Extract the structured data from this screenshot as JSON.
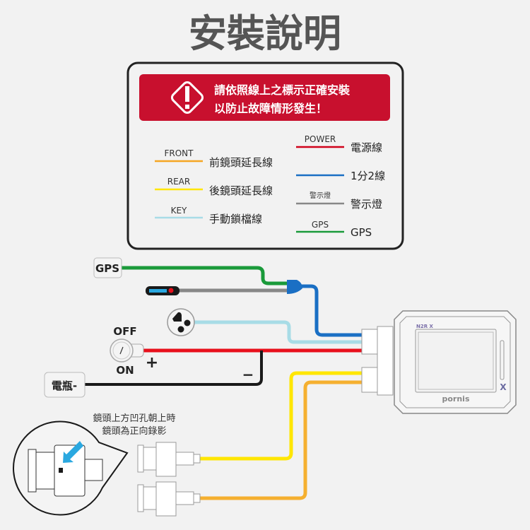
{
  "title": "安裝說明",
  "warning": {
    "line1": "請依照線上之標示正確安裝",
    "line2": "以防止故障情形發生！"
  },
  "legend": {
    "left": [
      {
        "tag": "FRONT",
        "label": "前鏡頭延長線",
        "color": "#f5a623"
      },
      {
        "tag": "REAR",
        "label": "後鏡頭延長線",
        "color": "#ffe600"
      },
      {
        "tag": "KEY",
        "label": "手動鎖檔線",
        "color": "#a8dce6"
      }
    ],
    "right": [
      {
        "tag": "POWER",
        "label": "電源線",
        "color": "#d0021b"
      },
      {
        "tag": "",
        "label": "1分2線",
        "color": "#1a6fc4"
      },
      {
        "tag": "警示燈",
        "label": "警示燈",
        "color": "#888888"
      },
      {
        "tag": "GPS",
        "label": "GPS",
        "color": "#1a9a3a"
      }
    ]
  },
  "wiring": {
    "gps_label": "GPS",
    "switch_off": "OFF",
    "switch_on": "ON",
    "plus": "+",
    "minus": "−",
    "battery_label": "電瓶-",
    "lens_note_line1": "鏡頭上方凹孔朝上時",
    "lens_note_line2": "鏡頭為正向錄影"
  },
  "device": {
    "brand": "pornis",
    "model_badge": "N2R X",
    "model_mark": "X"
  }
}
